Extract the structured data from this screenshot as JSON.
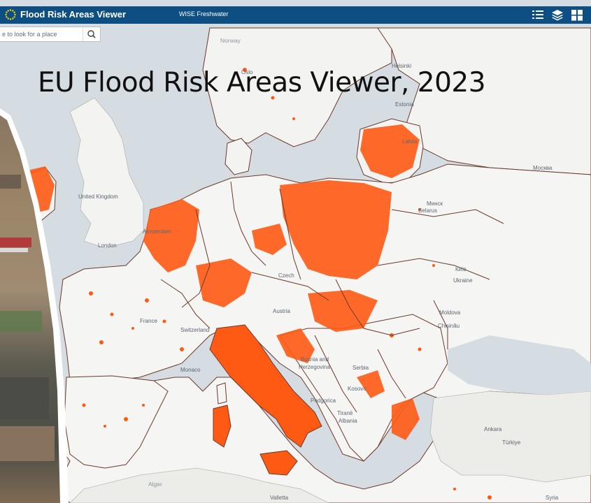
{
  "app": {
    "title": "Flood Risk Areas Viewer",
    "subtitle": "WISE Freshwater"
  },
  "search": {
    "placeholder": "e to look for a place"
  },
  "overlay": {
    "title": "EU Flood Risk Areas Viewer, 2023"
  },
  "toolbar_icons": [
    "list-icon",
    "layers-icon",
    "grid-icon"
  ],
  "colors": {
    "header": "#0d4f82",
    "sea": "#d6dde2",
    "land": "#f5f5f3",
    "flood": "#ff5a14",
    "border": "#6b3a2a",
    "photo_frame": "#ffffff"
  },
  "map_labels": [
    {
      "id": "norway",
      "text": "Norway"
    },
    {
      "id": "oslo",
      "text": "Oslo"
    },
    {
      "id": "helsinki",
      "text": "Helsinki"
    },
    {
      "id": "estonia",
      "text": "Estonia"
    },
    {
      "id": "latvia",
      "text": "Latvia"
    },
    {
      "id": "moscow",
      "text": "Москва"
    },
    {
      "id": "united-kingdom",
      "text": "United Kingdom"
    },
    {
      "id": "london",
      "text": "London"
    },
    {
      "id": "amsterdam",
      "text": "Amsterdam"
    },
    {
      "id": "minsk",
      "text": "Минск"
    },
    {
      "id": "belarus",
      "text": "Belarus"
    },
    {
      "id": "kyiv",
      "text": "Київ"
    },
    {
      "id": "ukraine",
      "text": "Ukraine"
    },
    {
      "id": "czech",
      "text": "Czech"
    },
    {
      "id": "austria",
      "text": "Austria"
    },
    {
      "id": "france",
      "text": "France"
    },
    {
      "id": "switzerland",
      "text": "Switzerland"
    },
    {
      "id": "moldova",
      "text": "Moldova"
    },
    {
      "id": "chisinau",
      "text": "Chișinău"
    },
    {
      "id": "bosnia",
      "text": "Bosnia and"
    },
    {
      "id": "herzegovina",
      "text": "Herzegovina"
    },
    {
      "id": "serbia",
      "text": "Serbia"
    },
    {
      "id": "kosovo",
      "text": "Kosovo"
    },
    {
      "id": "podgorica",
      "text": "Podgorica"
    },
    {
      "id": "tirane",
      "text": "Tiranë"
    },
    {
      "id": "albania",
      "text": "Albania"
    },
    {
      "id": "ankara",
      "text": "Ankara"
    },
    {
      "id": "turkiye",
      "text": "Türkiye"
    },
    {
      "id": "syria",
      "text": "Syria"
    },
    {
      "id": "alger",
      "text": "Alger"
    },
    {
      "id": "valletta",
      "text": "Valletta"
    },
    {
      "id": "monaco",
      "text": "Monaco"
    }
  ]
}
